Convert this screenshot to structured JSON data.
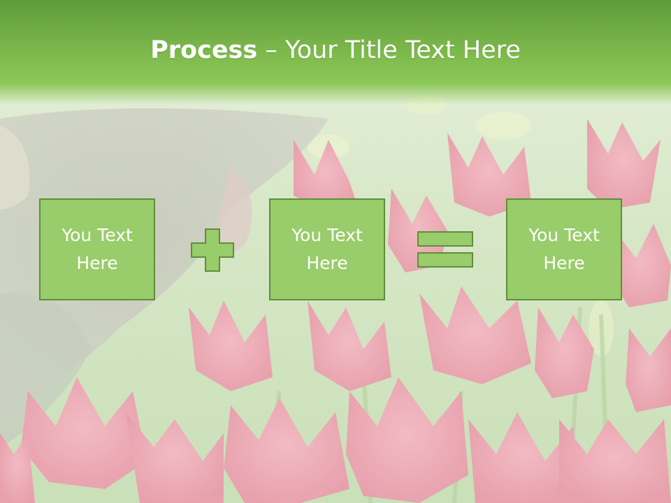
{
  "slide": {
    "title_bold": "Process",
    "title_rest": " – Your Title Text Here",
    "boxes": [
      {
        "text": "You Text Here"
      },
      {
        "text": "You Text Here"
      },
      {
        "text": "You Text Here"
      }
    ],
    "operators": [
      "plus-icon",
      "equals-icon"
    ],
    "colors": {
      "title_band": "#7fbc4d",
      "box_fill": "#99cc6a",
      "box_border": "#5d8f3b",
      "text": "#ffffff"
    }
  }
}
